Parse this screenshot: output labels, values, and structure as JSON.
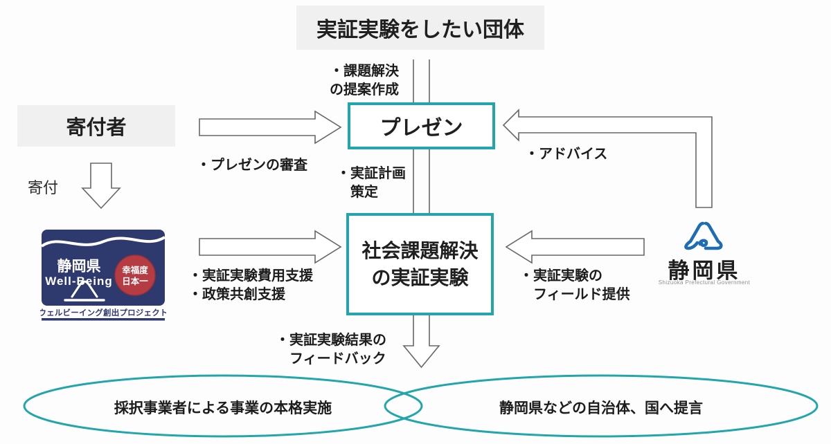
{
  "colors": {
    "teal": "#22a6ab",
    "box_gray": "#f0f0f0",
    "arrow_outline": "#666666",
    "navy": "#2e3a6e",
    "badge_red": "#b43c42",
    "fuji_blue": "#1e6cb3"
  },
  "nodes": {
    "org": "実証実験をしたい団体",
    "donor": "寄付者",
    "presentation": "プレゼン",
    "experiment_line1": "社会課題解決",
    "experiment_line2": "の実証実験"
  },
  "labels": {
    "proposal_line1": "・課題解決",
    "proposal_line2": "の提案作成",
    "donation": "寄付",
    "review": "・プレゼンの審査",
    "plan_line1": "・実証計画",
    "plan_line2": "策定",
    "advice": "・アドバイス",
    "cost_support": "・実証実験費用支援",
    "policy_support": "・政策共創支援",
    "field_line1": "・実証実験の",
    "field_line2": "フィールド提供",
    "feedback_line1": "・実証実験結果の",
    "feedback_line2": "フィードバック"
  },
  "wellbeing_logo": {
    "pref": "静岡県",
    "title": "Well-Being",
    "badge_line1": "幸福度",
    "badge_line2": "日本一",
    "banner": "ウェルビーイング創出プロジェクト"
  },
  "shizuoka_logo": {
    "name": "静岡県",
    "caption": "Shizuoka Prefectural Government"
  },
  "outcomes": {
    "left": "採択事業者による事業の本格実施",
    "right": "静岡県などの自治体、国へ提言"
  }
}
